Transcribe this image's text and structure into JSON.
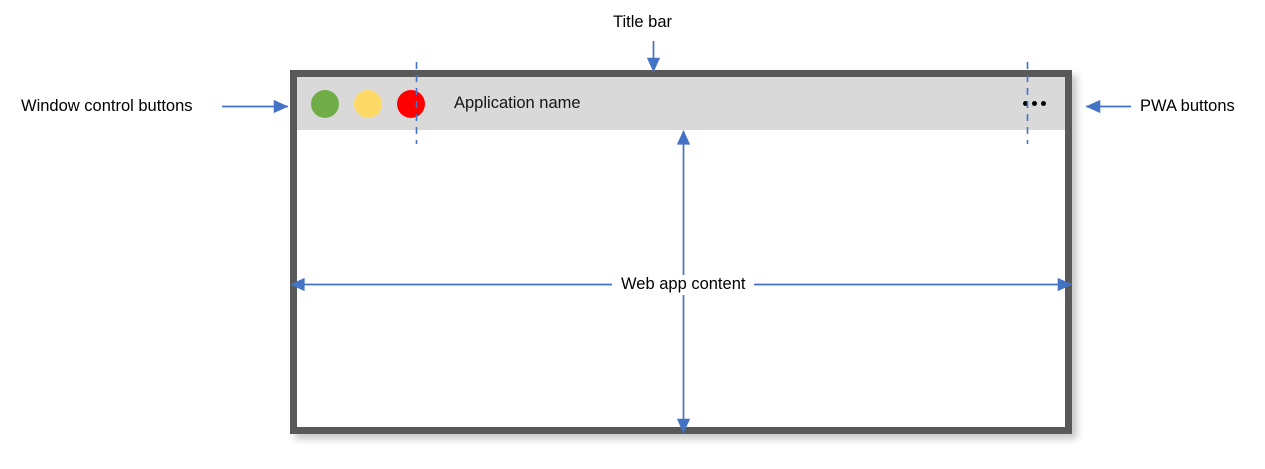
{
  "diagram": {
    "title_bar_label": "Title bar",
    "window_control_label": "Window control buttons",
    "pwa_label": "PWA buttons",
    "web_content_label": "Web app content",
    "annotation_color": "#4472c4",
    "guide_color": "#4472c4"
  },
  "window": {
    "app_name": "Application name",
    "border_color": "#595959",
    "title_bar_color": "#d9d9d9",
    "content_color": "#ffffff",
    "controls": [
      {
        "name": "minimize",
        "color": "#70ad47"
      },
      {
        "name": "maximize",
        "color": "#ffd966"
      },
      {
        "name": "close",
        "color": "#ff0000"
      }
    ],
    "pwa_menu": {
      "icon": "ellipsis-icon",
      "dots": 3
    }
  }
}
